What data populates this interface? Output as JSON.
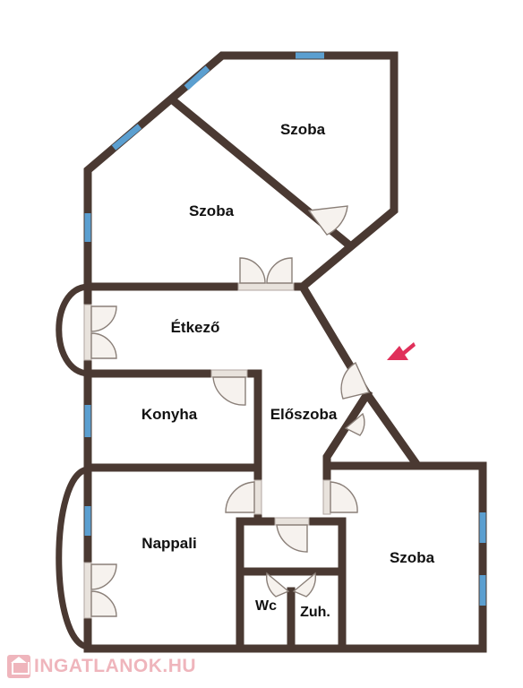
{
  "rooms": [
    {
      "id": "szoba-top-right",
      "label": "Szoba"
    },
    {
      "id": "szoba-top-left",
      "label": "Szoba"
    },
    {
      "id": "etkezo",
      "label": "Étkező"
    },
    {
      "id": "konyha",
      "label": "Konyha"
    },
    {
      "id": "eloszoba",
      "label": "Előszoba"
    },
    {
      "id": "nappali",
      "label": "Nappali"
    },
    {
      "id": "szoba-bottom-right",
      "label": "Szoba"
    },
    {
      "id": "wc",
      "label": "Wc"
    },
    {
      "id": "zuhany",
      "label": "Zuh."
    }
  ],
  "entrance_marker": "entrance-arrow",
  "watermark": {
    "text": "INGATLANOK.HU",
    "icon": "house-icon"
  },
  "colors": {
    "wall": "#4a3932",
    "window": "#5b9fd0",
    "marker": "#e0305a",
    "watermark": "#e37a86"
  }
}
